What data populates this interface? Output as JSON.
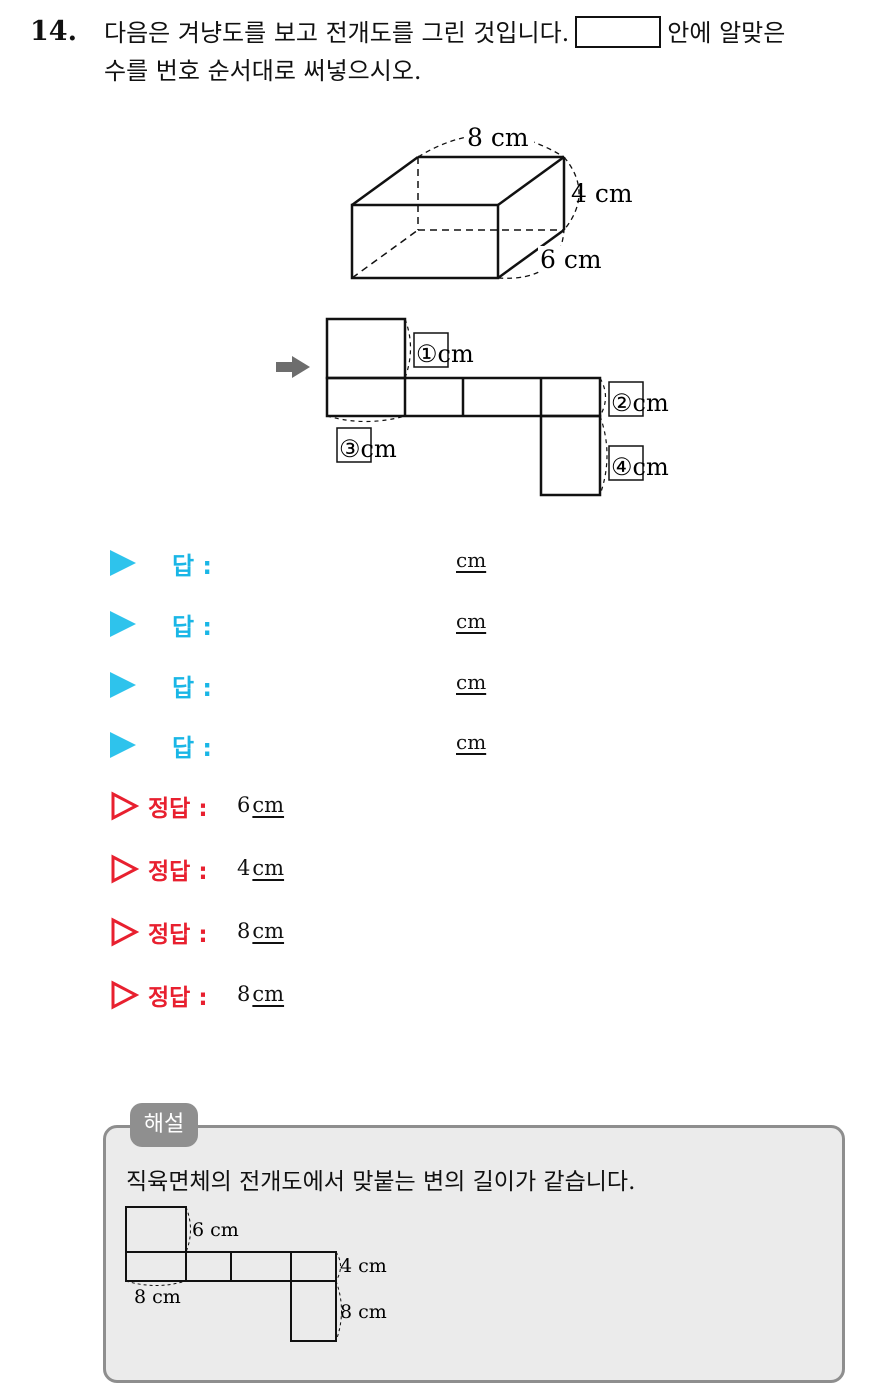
{
  "question": {
    "number": "14.",
    "line1_before": "다음은 겨냥도를 보고 전개도를 그린 것입니다.",
    "line1_after": "안에 알맞은",
    "line2": "수를 번호 순서대로 써넣으시오."
  },
  "figure": {
    "box_labels": {
      "top": "8 cm",
      "right": "4 cm",
      "bottom": "6 cm"
    },
    "net_labels": [
      "①cm",
      "②cm",
      "③cm",
      "④cm"
    ],
    "arrow": "arrow-right-icon"
  },
  "answers": [
    {
      "label": "답 :",
      "unit": "cm"
    },
    {
      "label": "답 :",
      "unit": "cm"
    },
    {
      "label": "답 :",
      "unit": "cm"
    },
    {
      "label": "답 :",
      "unit": "cm"
    }
  ],
  "correct": [
    {
      "label": "정답 :",
      "value": "6",
      "unit": "cm"
    },
    {
      "label": "정답 :",
      "value": "4",
      "unit": "cm"
    },
    {
      "label": "정답 :",
      "value": "8",
      "unit": "cm"
    },
    {
      "label": "정답 :",
      "value": "8",
      "unit": "cm"
    }
  ],
  "explanation": {
    "tab": "해설",
    "text": "직육면체의 전개도에서 맞붙는 변의 길이가 같습니다.",
    "net_labels": {
      "top": "6 cm",
      "bottom": "8 cm",
      "right1": "4 cm",
      "right2": "8 cm"
    }
  },
  "colors": {
    "answer_accent": "#2ec3ec",
    "correct_accent": "#e8202f",
    "explanation_bg": "#ebebeb"
  }
}
